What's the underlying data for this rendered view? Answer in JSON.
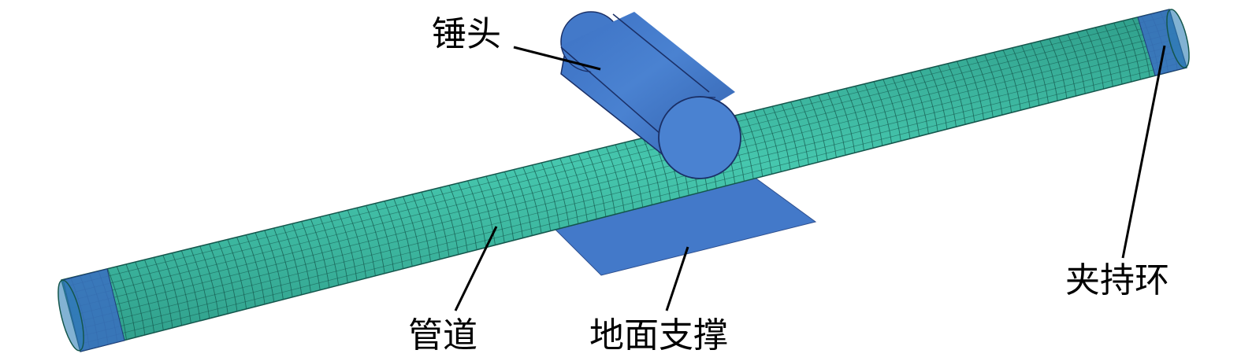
{
  "labels": {
    "hammer": "锤头",
    "pipe": "管道",
    "support": "地面支撑",
    "clamp": "夹持环"
  },
  "colors": {
    "pipe_fill": "#3fbfa7",
    "pipe_grid": "#14564c",
    "hammer_fill": "#4379c9",
    "hammer_edge": "#1a2f66",
    "support_fill": "#4379c9",
    "clamp_fill": "#3a6fc0",
    "leader_line": "#000000",
    "background": "#ffffff"
  }
}
